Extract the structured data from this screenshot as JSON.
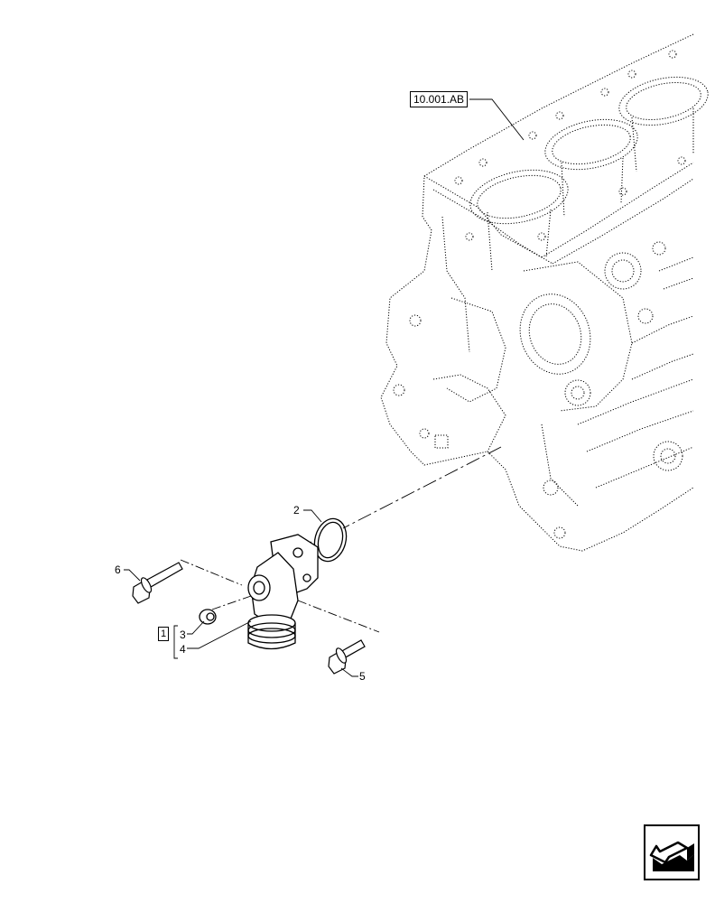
{
  "diagram": {
    "reference_label": "10.001.AB",
    "kit_label": "1",
    "callouts": {
      "o_ring": "2",
      "washer": "3",
      "fitting": "4",
      "bolt_short": "5",
      "bolt_long": "6"
    }
  },
  "icons": {
    "navigation": "next-page-arrow-icon"
  }
}
